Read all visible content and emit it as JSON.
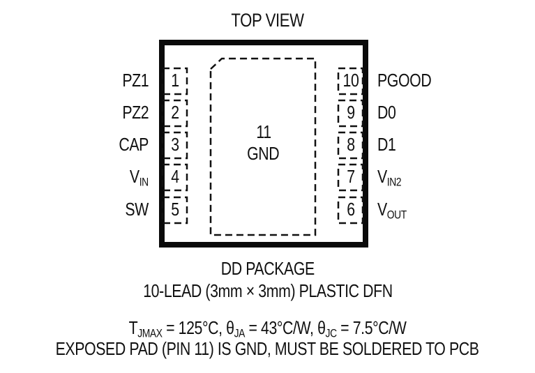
{
  "header": {
    "title": "TOP VIEW"
  },
  "package": {
    "left_pins": [
      {
        "num": "1",
        "label": "PZ1",
        "sub": ""
      },
      {
        "num": "2",
        "label": "PZ2",
        "sub": ""
      },
      {
        "num": "3",
        "label": "CAP",
        "sub": ""
      },
      {
        "num": "4",
        "label": "V",
        "sub": "IN"
      },
      {
        "num": "5",
        "label": "SW",
        "sub": ""
      }
    ],
    "right_pins": [
      {
        "num": "10",
        "label": "PGOOD",
        "sub": ""
      },
      {
        "num": "9",
        "label": "D0",
        "sub": ""
      },
      {
        "num": "8",
        "label": "D1",
        "sub": ""
      },
      {
        "num": "7",
        "label": "V",
        "sub": "IN2"
      },
      {
        "num": "6",
        "label": "V",
        "sub": "OUT"
      }
    ],
    "exposed_pad": {
      "num": "11",
      "label": "GND"
    }
  },
  "footer": {
    "package_name": "DD PACKAGE",
    "package_desc": "10-LEAD (3mm × 3mm) PLASTIC DFN",
    "thermal": {
      "tjmax_sym": "T",
      "tjmax_sub": "JMAX",
      "tjmax_val": " = 125°C, ",
      "theta_ja_sym": "θ",
      "theta_ja_sub": "JA",
      "theta_ja_val": " = 43°C/W, ",
      "theta_jc_sym": "θ",
      "theta_jc_sub": "JC",
      "theta_jc_val": " = 7.5°C/W"
    },
    "note": "EXPOSED PAD (PIN 11) IS GND, MUST BE SOLDERED TO PCB"
  }
}
